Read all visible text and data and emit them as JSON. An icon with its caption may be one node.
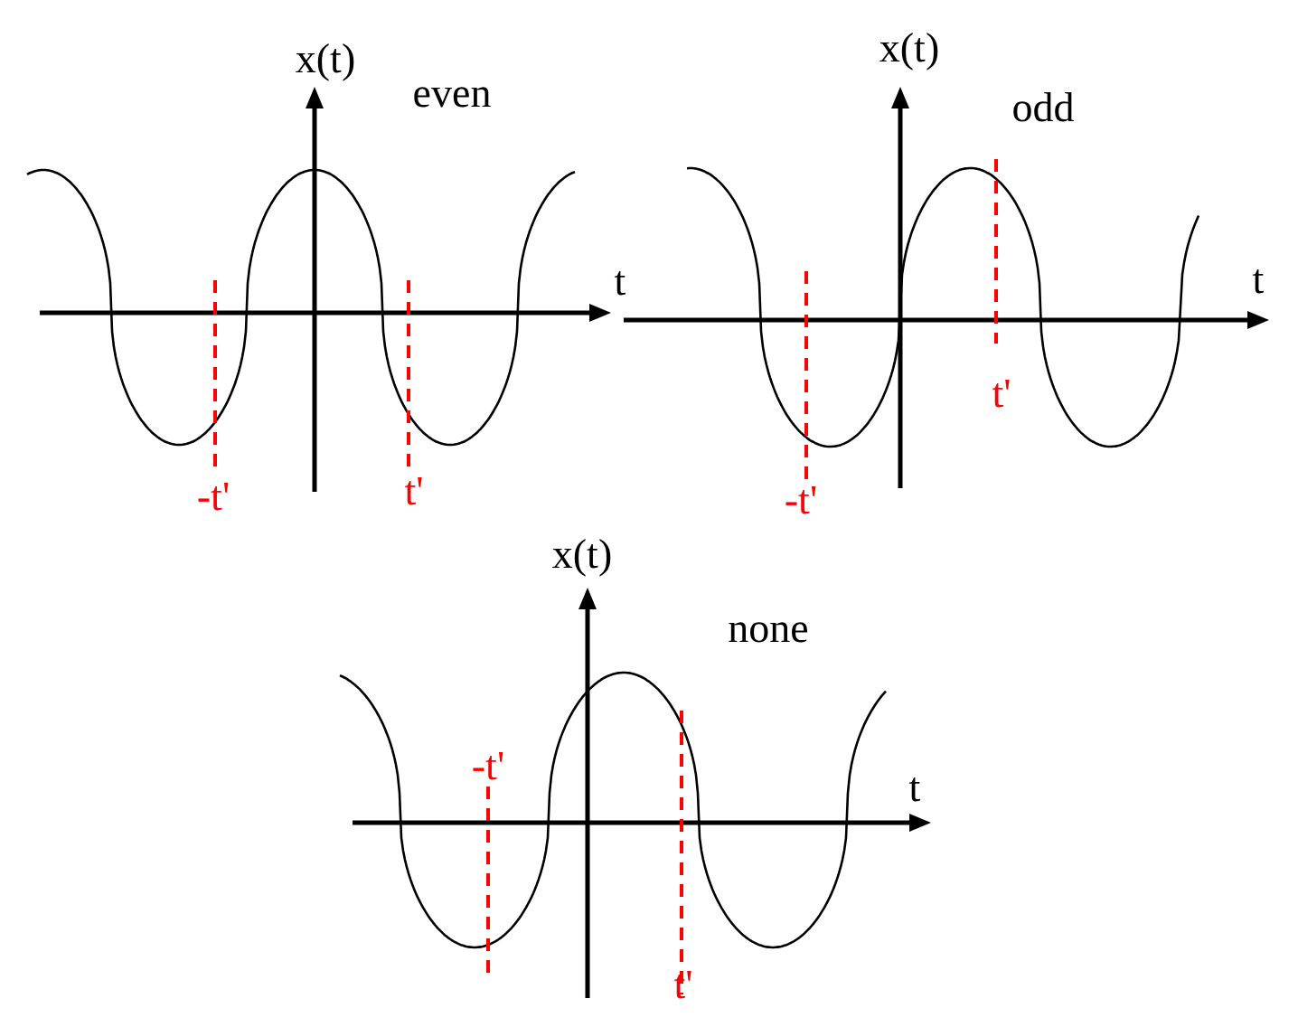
{
  "diagram": {
    "labels": [
      "x(t)",
      "even",
      "t",
      "-t'",
      "t'",
      "x(t)",
      "odd",
      "t",
      "-t'",
      "t'",
      "x(t)",
      "none",
      "-t'",
      "t",
      "t'"
    ]
  }
}
